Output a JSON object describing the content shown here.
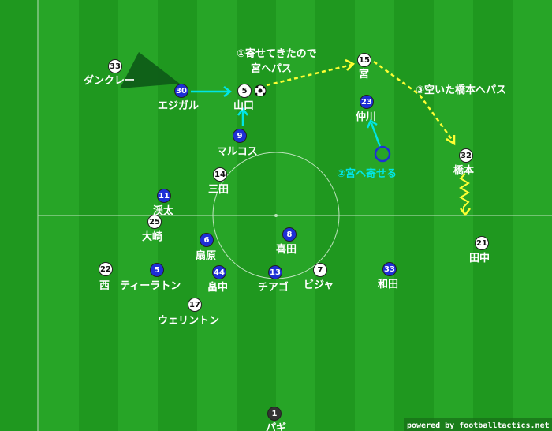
{
  "colors": {
    "team_a": "#ffffff",
    "team_b": "#1e2fd6",
    "pass_arrow": "#ffff33",
    "move_arrow": "#00e5e5",
    "pitch_light": "#2aa82a",
    "pitch_dark": "#1f981f"
  },
  "players": [
    {
      "id": "p33w",
      "number": "33",
      "name": "ダンクレー",
      "team": "white"
    },
    {
      "id": "p30b",
      "number": "30",
      "name": "エジガル",
      "team": "blue"
    },
    {
      "id": "p5w",
      "number": "5",
      "name": "山口",
      "team": "white"
    },
    {
      "id": "p15w",
      "number": "15",
      "name": "宮",
      "team": "white"
    },
    {
      "id": "p23b",
      "number": "23",
      "name": "仲川",
      "team": "blue"
    },
    {
      "id": "p9b",
      "number": "9",
      "name": "マルコス",
      "team": "blue"
    },
    {
      "id": "p32w",
      "number": "32",
      "name": "橋本",
      "team": "white"
    },
    {
      "id": "p14w",
      "number": "14",
      "name": "三田",
      "team": "white"
    },
    {
      "id": "p11b",
      "number": "11",
      "name": "渓太",
      "team": "blue"
    },
    {
      "id": "p25w",
      "number": "25",
      "name": "大崎",
      "team": "white"
    },
    {
      "id": "p6b",
      "number": "6",
      "name": "扇原",
      "team": "blue"
    },
    {
      "id": "p8b",
      "number": "8",
      "name": "喜田",
      "team": "blue"
    },
    {
      "id": "p21w",
      "number": "21",
      "name": "田中",
      "team": "white"
    },
    {
      "id": "p22w",
      "number": "22",
      "name": "西",
      "team": "white"
    },
    {
      "id": "p5b",
      "number": "5",
      "name": "ティーラトン",
      "team": "blue"
    },
    {
      "id": "p44b",
      "number": "44",
      "name": "畠中",
      "team": "blue"
    },
    {
      "id": "p13b",
      "number": "13",
      "name": "チアゴ",
      "team": "blue"
    },
    {
      "id": "p7w",
      "number": "7",
      "name": "ビジャ",
      "team": "white"
    },
    {
      "id": "p33b",
      "number": "33",
      "name": "和田",
      "team": "blue"
    },
    {
      "id": "p17w",
      "number": "17",
      "name": "ウェリントン",
      "team": "white"
    },
    {
      "id": "p1g",
      "number": "1",
      "name": "パギ",
      "team": "dark"
    }
  ],
  "annotations": {
    "step1_line1": "①寄せてきたので",
    "step1_line2": "宮へパス",
    "step2": "②宮へ寄せる",
    "step3": "③空いた橋本へパス"
  },
  "credit": "powered by footballtactics.net"
}
